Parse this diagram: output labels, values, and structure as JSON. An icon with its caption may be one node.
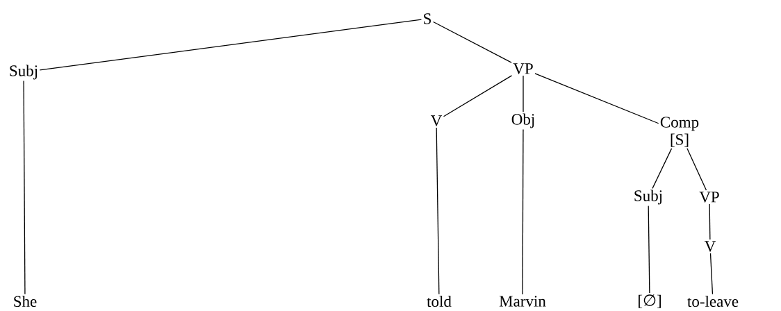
{
  "diagram": {
    "nodes": [
      {
        "text": [
          "S"
        ]
      },
      {
        "text": [
          "Subj"
        ]
      },
      {
        "text": [
          "VP"
        ]
      },
      {
        "text": [
          "V"
        ]
      },
      {
        "text": [
          "Obj"
        ]
      },
      {
        "text": [
          "Comp",
          "[S]"
        ]
      },
      {
        "text": [
          "Subj"
        ]
      },
      {
        "text": [
          "VP"
        ]
      },
      {
        "text": [
          "V"
        ]
      },
      {
        "text": [
          "She"
        ]
      },
      {
        "text": [
          "told"
        ]
      },
      {
        "text": [
          "Marvin"
        ]
      },
      {
        "text": [
          "[∅]"
        ]
      },
      {
        "text": [
          "to-leave"
        ]
      }
    ],
    "edges": [
      {
        "from": 0,
        "to": 1,
        "arrow": "none"
      },
      {
        "from": 0,
        "to": 2,
        "arrow": "none"
      },
      {
        "from": 1,
        "to": 9,
        "arrow": "none"
      },
      {
        "from": 2,
        "to": 3,
        "arrow": "none"
      },
      {
        "from": 2,
        "to": 4,
        "arrow": "none"
      },
      {
        "from": 2,
        "to": 5,
        "arrow": "none"
      },
      {
        "from": 3,
        "to": 10,
        "arrow": "none"
      },
      {
        "from": 4,
        "to": 11,
        "arrow": "none"
      },
      {
        "from": 5,
        "to": 6,
        "arrow": "none"
      },
      {
        "from": 5,
        "to": 7,
        "arrow": "none"
      },
      {
        "from": 6,
        "to": 12,
        "arrow": "none"
      },
      {
        "from": 7,
        "to": 8,
        "arrow": "none"
      },
      {
        "from": 8,
        "to": 13,
        "arrow": "none"
      }
    ]
  }
}
